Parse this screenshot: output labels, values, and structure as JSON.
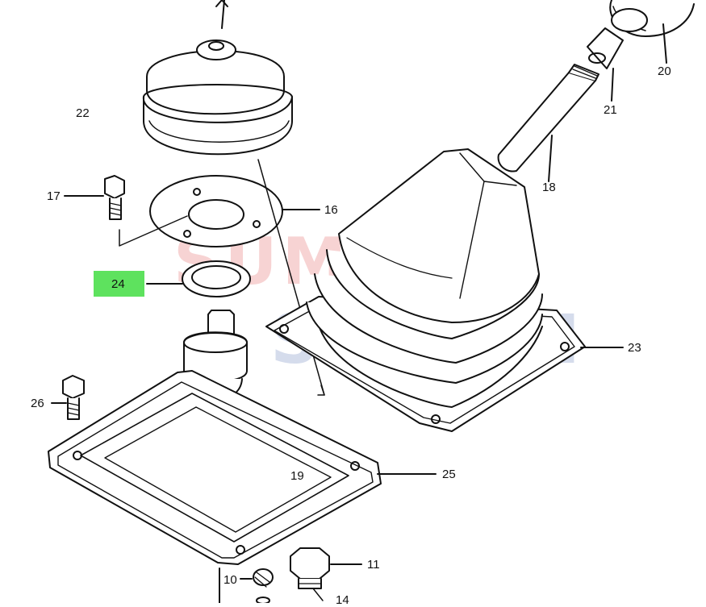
{
  "watermark": {
    "line1": "SUMO",
    "line2": "SUZUKI",
    "color_red": "#d93636",
    "color_blue": "#2c4f9e"
  },
  "highlight_color": "#5ee25e",
  "parts": [
    {
      "number": "20"
    },
    {
      "number": "21"
    },
    {
      "number": "22"
    },
    {
      "number": "18"
    },
    {
      "number": "17"
    },
    {
      "number": "16"
    },
    {
      "number": "24"
    },
    {
      "number": "23"
    },
    {
      "number": "26"
    },
    {
      "number": "19"
    },
    {
      "number": "25"
    },
    {
      "number": "11"
    },
    {
      "number": "10"
    },
    {
      "number": "14"
    }
  ],
  "highlighted_part": "24"
}
